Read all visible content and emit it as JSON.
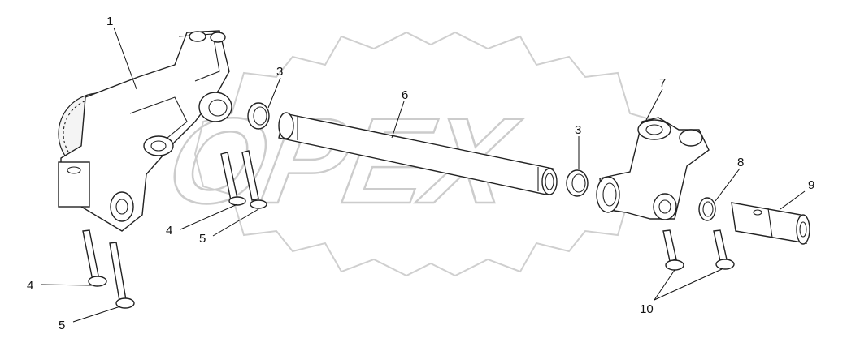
{
  "watermark": {
    "text": "OPEX"
  },
  "callouts": [
    {
      "id": "c1a",
      "label": "1"
    },
    {
      "id": "c3a",
      "label": "3"
    },
    {
      "id": "c6",
      "label": "6"
    },
    {
      "id": "c7",
      "label": "7"
    },
    {
      "id": "c3b",
      "label": "3"
    },
    {
      "id": "c8",
      "label": "8"
    },
    {
      "id": "c9",
      "label": "9"
    },
    {
      "id": "c4a",
      "label": "4"
    },
    {
      "id": "c5a",
      "label": "5"
    },
    {
      "id": "c4b",
      "label": "4"
    },
    {
      "id": "c5b",
      "label": "5"
    },
    {
      "id": "c10",
      "label": "10"
    }
  ]
}
